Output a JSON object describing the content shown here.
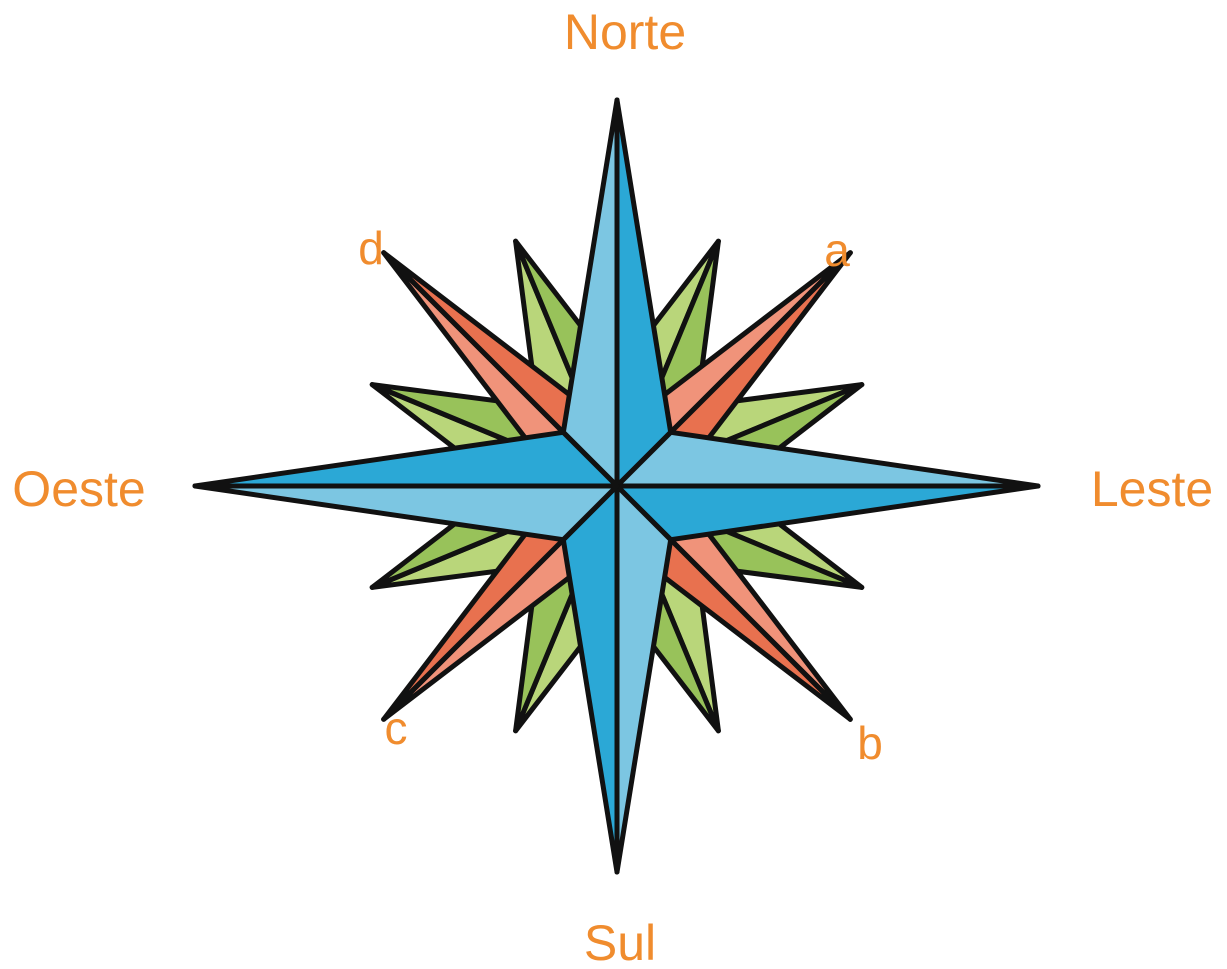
{
  "labels": {
    "north": "Norte",
    "south": "Sul",
    "east": "Leste",
    "west": "Oeste",
    "ne": "a",
    "se": "b",
    "sw": "c",
    "nw": "d"
  },
  "colors": {
    "label": "#f08c2e",
    "main_light": "#7cc6e2",
    "main_dark": "#2ba8d6",
    "ordinal_light": "#f0937a",
    "ordinal_dark": "#e8714f",
    "minor_light": "#b9d67a",
    "minor_dark": "#98c25a",
    "outline": "#111111"
  }
}
